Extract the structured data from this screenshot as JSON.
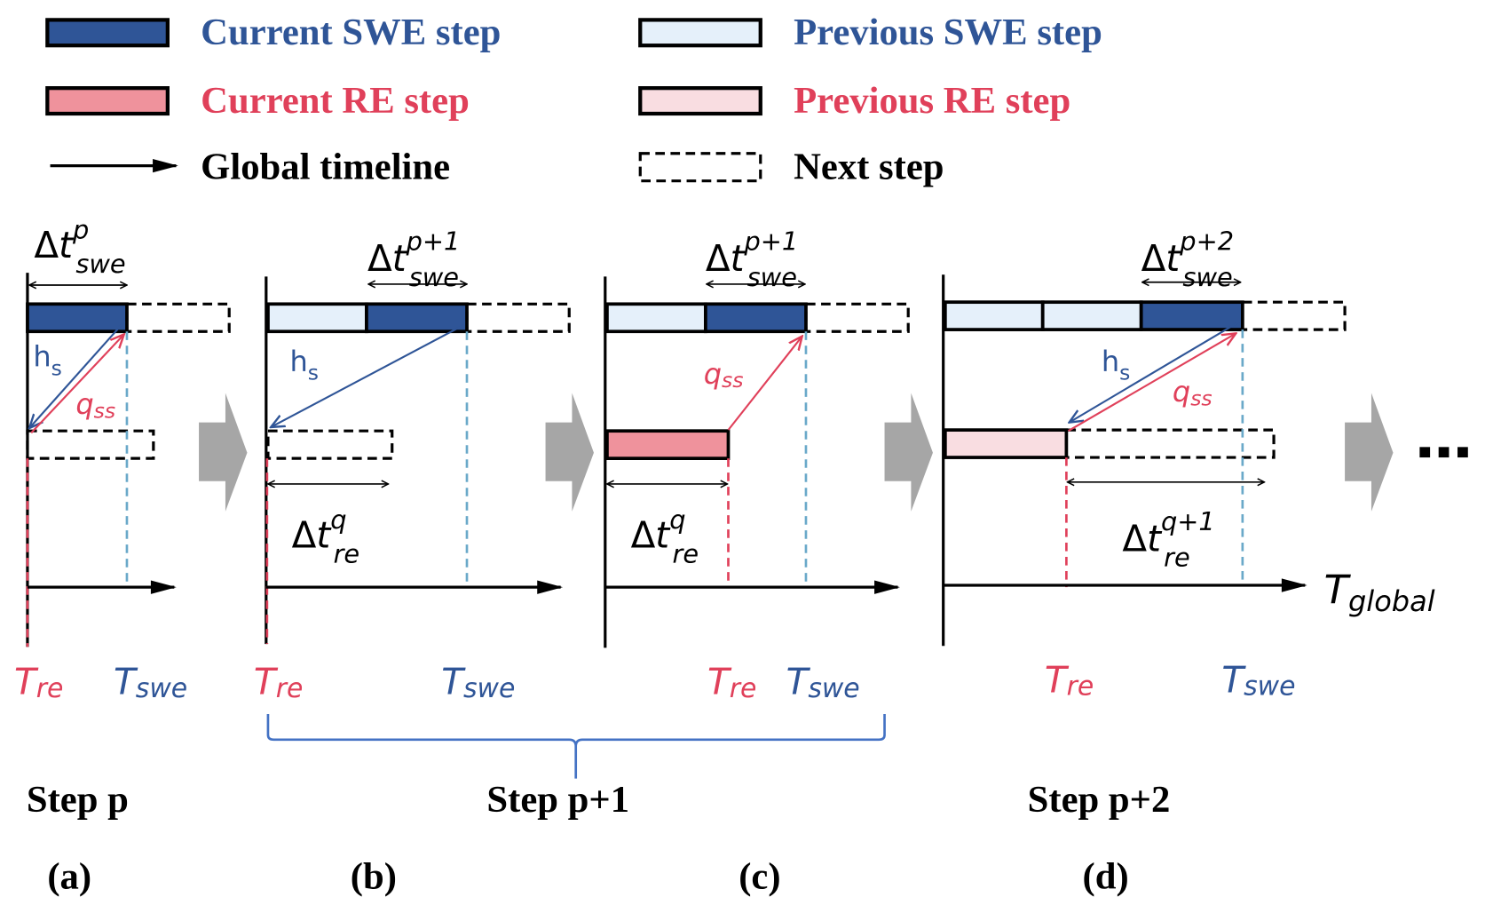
{
  "colors": {
    "current_swe": "#2f5597",
    "previous_swe": "#e5f0fa",
    "current_re": "#ef929c",
    "previous_re": "#f9dde1",
    "swe_text": "#2f5597",
    "re_text": "#e0405a",
    "swe_guide": "#6aa9c9",
    "re_guide": "#e0405a",
    "flow_arrow": "#a6a6a6",
    "brace": "#4472c4"
  },
  "legend": {
    "current_swe": "Current SWE step",
    "previous_swe": "Previous SWE step",
    "current_re": "Current RE step",
    "previous_re": "Previous RE step",
    "global_timeline": "Global timeline",
    "next_step": "Next step"
  },
  "symbols": {
    "delta": "Δ",
    "t": "t",
    "T": "T",
    "swe": "swe",
    "re": "re",
    "global": "global",
    "hs_main": "h",
    "hs_sub": "s",
    "qss_main": "q",
    "qss_sub": "ss"
  },
  "panels": [
    {
      "id": "a",
      "caption": "(a)",
      "swe_interval_sup": "p",
      "re_interval_sup": null,
      "swe_blocks": [
        "current",
        "next"
      ],
      "re_blocks": [
        "next"
      ],
      "exchange": [
        "hs",
        "qss"
      ]
    },
    {
      "id": "b",
      "caption": "(b)",
      "swe_interval_sup": "p+1",
      "re_interval_sup": "q",
      "swe_blocks": [
        "previous",
        "current",
        "next"
      ],
      "re_blocks": [
        "next"
      ],
      "exchange": [
        "hs"
      ]
    },
    {
      "id": "c",
      "caption": "(c)",
      "swe_interval_sup": "p+1",
      "re_interval_sup": "q",
      "swe_blocks": [
        "previous",
        "current",
        "next"
      ],
      "re_blocks": [
        "current"
      ],
      "exchange": [
        "qss"
      ]
    },
    {
      "id": "d",
      "caption": "(d)",
      "swe_interval_sup": "p+2",
      "re_interval_sup": "q+1",
      "swe_blocks": [
        "previous",
        "previous",
        "current",
        "next"
      ],
      "re_blocks": [
        "previous",
        "next"
      ],
      "exchange": [
        "hs",
        "qss"
      ]
    }
  ],
  "step_labels": {
    "step_p": "Step p",
    "step_p1": "Step p+1",
    "step_p2": "Step p+2"
  },
  "continuation": "..."
}
